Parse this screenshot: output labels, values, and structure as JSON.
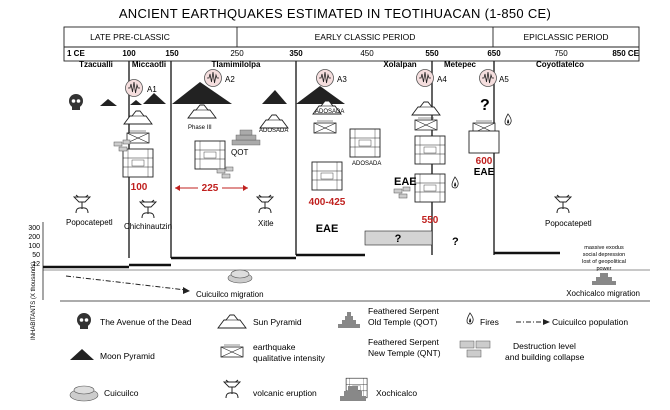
{
  "title": "ANCIENT EARTHQUAKES ESTIMATED IN TEOTIHUACAN (1-850 CE)",
  "periods": [
    "LATE PRE-CLASSIC",
    "EARLY CLASSIC PERIOD",
    "EPICLASSIC PERIOD"
  ],
  "ticks": [
    "1 CE",
    "100",
    "150",
    "250",
    "350",
    "450",
    "550",
    "650",
    "750",
    "850 CE"
  ],
  "phases": [
    "Tzacualli",
    "Miccaotli",
    "Tlamimilolpa",
    "Xolalpan",
    "Metepec",
    "Coyotlatelco"
  ],
  "quakes": [
    "A1",
    "A2",
    "A3",
    "A4",
    "A5"
  ],
  "values": [
    "100",
    "225",
    "400-425",
    "550",
    "600"
  ],
  "marks": {
    "q": "?"
  },
  "notes": {
    "phase3": "Phase III",
    "adosada": "ADOSADA",
    "qot": "QOT",
    "eae": "EAE",
    "popo": "Popocatepetl",
    "chichi": "Chichinautzin",
    "xitle": "Xitle",
    "cuicuilco_migration": "Cuicuilco migration",
    "xochi_migration": "Xochicalco migration",
    "exodus": [
      "massive exodus",
      "social depression",
      "lost of geopolitical",
      "power"
    ]
  },
  "axis": {
    "label": "INHABITANTS (X thousands)",
    "ticks": [
      "300",
      "200",
      "100",
      "50",
      "12"
    ]
  },
  "legend": [
    "The Avenue of the Dead",
    "Sun Pyramid",
    "Feathered Serpent",
    "Old Temple (QOT)",
    "Fires",
    "Cuicuilco population",
    "Moon Pyramid",
    "earthquake",
    "qualitative intensity",
    "Feathered Serpent",
    "New Temple (QNT)",
    "Destruction level",
    "and building collapse",
    "Cuicuilco",
    "volcanic eruption",
    "Xochicalco"
  ]
}
